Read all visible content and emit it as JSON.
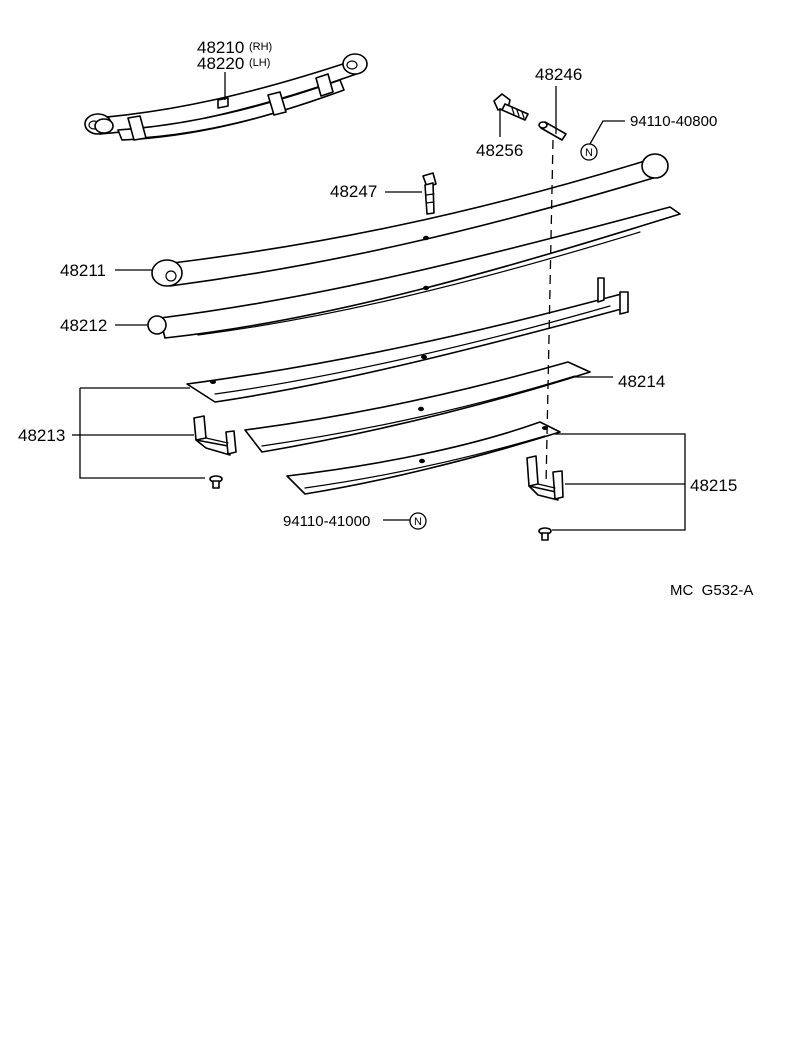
{
  "labels": {
    "assembly": "48210",
    "assembly_rh": "(RH)",
    "assembly_alt": "48220",
    "assembly_lh": "(LH)",
    "pin": "48246",
    "bolt": "48256",
    "nut_part": "94110-40800",
    "nut_part_2": "94110-41000",
    "center_bolt": "48247",
    "leaf1": "48211",
    "leaf2": "48212",
    "leaf3": "48213",
    "leaf4": "48214",
    "clip": "48215",
    "n_mark": "N",
    "diagram_code": "MC  G532-A"
  }
}
